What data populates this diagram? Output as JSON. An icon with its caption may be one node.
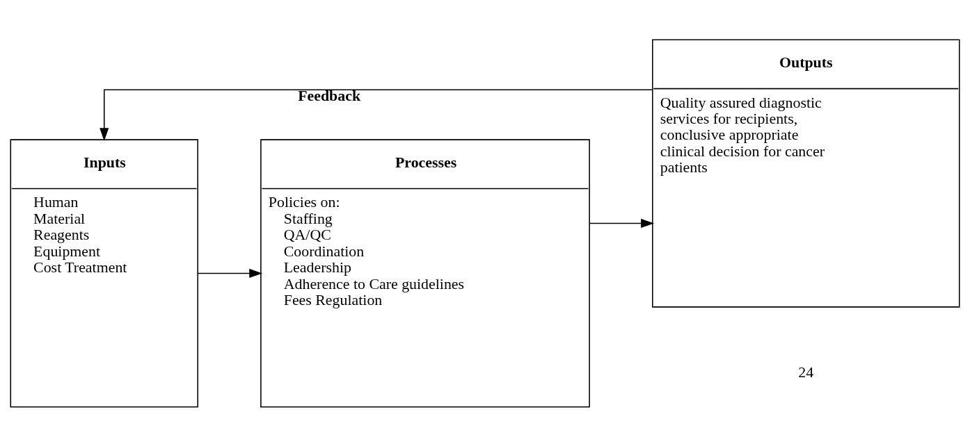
{
  "diagram": {
    "nodes": [
      {
        "text": [
          "Inputs",
          "Human",
          "Material",
          "Reagents",
          "Equipment",
          "Cost Treatment"
        ]
      },
      {
        "text": [
          "Processes",
          "Policies on:",
          "Staffing",
          "QA/QC",
          "Coordination",
          "Leadership",
          "Adherence to Care guidelines",
          "Fees Regulation"
        ]
      },
      {
        "text": [
          "Outputs",
          "Quality assured diagnostic services for recipients, conclusive appropriate clinical decision for cancer patients"
        ]
      }
    ],
    "edges": [
      {
        "from": 0,
        "to": 1,
        "arrow": "to"
      },
      {
        "from": 1,
        "to": 2,
        "arrow": "to"
      },
      {
        "from": 2,
        "to": 0,
        "arrow": "to",
        "label": "Feedback"
      }
    ],
    "labels": [
      "24"
    ]
  }
}
